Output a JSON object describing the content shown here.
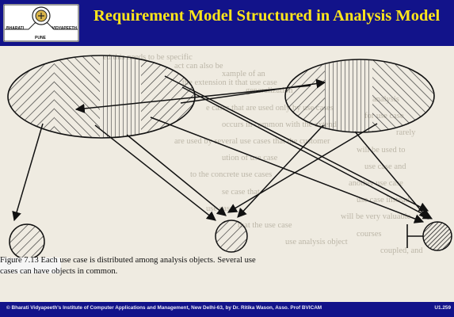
{
  "header": {
    "title": "Requirement Model Structured in Analysis Model",
    "logo": {
      "left_text": "BHARATI",
      "right_text": "VIDYAPEETH",
      "bottom_text": "PUNE"
    }
  },
  "figure": {
    "caption_line1": "Figure 7.13   Each use case is distributed among analysis objects. Several use",
    "caption_line2": "cases can have objects in common.",
    "background_text": [
      "ed this needs to be specific",
      "act can also be",
      "xample of an",
      "the extension it that use case",
      "generalization",
      "analysis",
      "e cases that are used only by use cases",
      "for use case",
      "occurs in common with the extend",
      "rarely",
      "are used by several use cases that the customer",
      "will be used to",
      "ution of use case",
      "use case and",
      "to the concrete use cases",
      "another use case",
      "se case that",
      "use case instead",
      "use cases",
      "will be very valuable",
      "that the use case",
      "courses",
      "use analysis object",
      "coupled, and"
    ],
    "colors": {
      "header_bg": "#12138a",
      "title_color": "#ffe61a",
      "content_bg": "#efebe1"
    }
  },
  "footer": {
    "text": "© Bharati Vidyapeeth's Institute of Computer Applications and Management, New Delhi-63, by Dr. Ritika Wason, Asso. Prof BVICAM",
    "slide_number": "U1.259"
  }
}
